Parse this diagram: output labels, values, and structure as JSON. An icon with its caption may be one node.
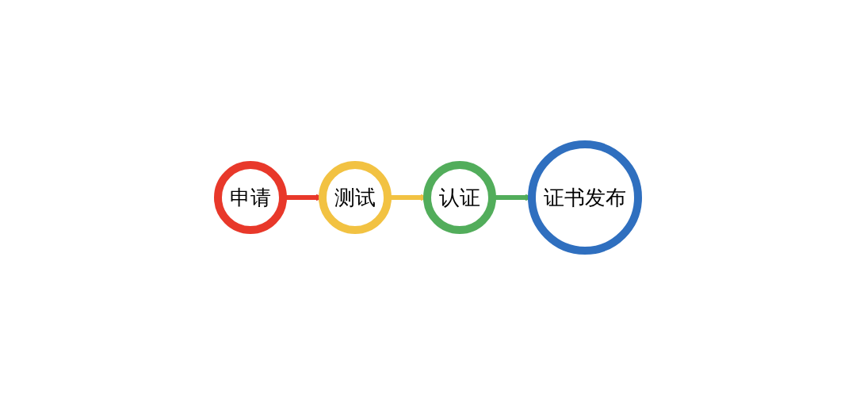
{
  "diagram": {
    "nodes": [
      {
        "text": [
          "申请"
        ]
      },
      {
        "text": [
          "测试"
        ]
      },
      {
        "text": [
          "认证"
        ]
      },
      {
        "text": [
          "证书发布"
        ]
      }
    ],
    "edges": [
      {
        "from": 0,
        "to": 1,
        "arrow": "to",
        "color": "#e8382a"
      },
      {
        "from": 1,
        "to": 2,
        "arrow": "to",
        "color": "#f2c242"
      },
      {
        "from": 2,
        "to": 3,
        "arrow": "to",
        "color": "#52ad5b"
      }
    ]
  }
}
